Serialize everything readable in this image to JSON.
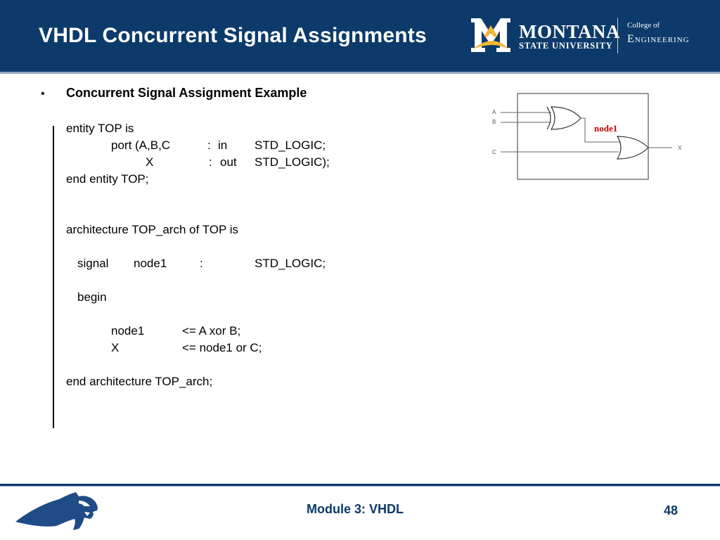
{
  "slide": {
    "title": "VHDL Concurrent Signal Assignments"
  },
  "logo": {
    "montana": "MONTANA",
    "university": "STATE UNIVERSITY",
    "college_of": "College of",
    "engineering": "Engineering"
  },
  "content": {
    "bullet_symbol": "•",
    "bullet_heading": "Concurrent Signal Assignment Example",
    "entity_line": "entity TOP is",
    "port_kw": "port (A,B,C",
    "port_colon": ":",
    "port_dir_in": "in",
    "port_type_in": "STD_LOGIC;",
    "port_x": "X",
    "port_colon2": ":",
    "port_dir_out": "out",
    "port_type_out": "STD_LOGIC);",
    "end_entity": "end entity TOP;",
    "arch_line": "architecture TOP_arch of TOP is",
    "signal_kw": "signal",
    "signal_name": "node1",
    "signal_colon": ":",
    "signal_type": "STD_LOGIC;",
    "begin_kw": "begin",
    "stmt1_lhs": "node1",
    "stmt1_rhs": "<= A xor B;",
    "stmt2_lhs": "X",
    "stmt2_rhs": "<= node1 or C;",
    "end_arch": "end architecture TOP_arch;"
  },
  "diagram": {
    "input_a": "A",
    "input_b": "B",
    "input_c": "C",
    "output_x": "X",
    "node_label": "node1",
    "node_label_color": "#c00000"
  },
  "footer": {
    "module": "Module 3: VHDL",
    "page_number": "48"
  },
  "colors": {
    "header_blue": "#0c3a6a",
    "logo_gold": "#f2b632"
  }
}
